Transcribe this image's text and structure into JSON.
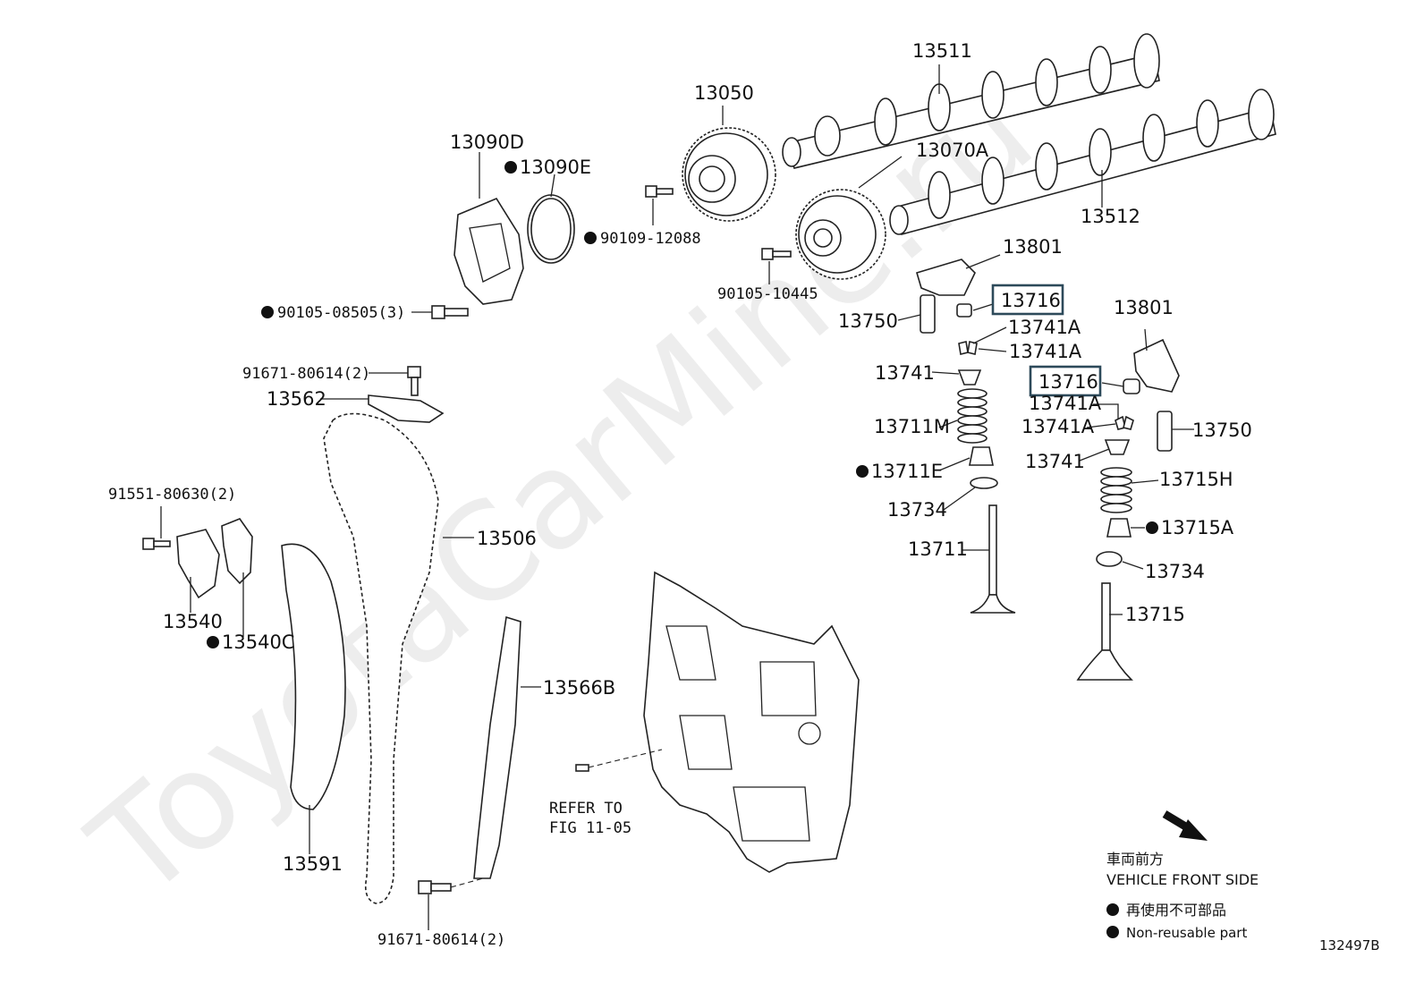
{
  "diagram": {
    "watermark": "ToyotaCarMine.ru",
    "figure_id": "132497B",
    "labels": {
      "13511": "13511",
      "13050": "13050",
      "13070A": "13070A",
      "13512": "13512",
      "13090D": "13090D",
      "13090E": "13090E",
      "90109_12088": "90109-12088",
      "90105_10445": "90105-10445",
      "90105_08505": "90105-08505(3)",
      "13801_a": "13801",
      "13716_a": "13716",
      "13750_a": "13750",
      "13741A_a": "13741A",
      "13741A_b": "13741A",
      "13741_a": "13741",
      "13711M": "13711M",
      "13711E": "13711E",
      "13734_a": "13734",
      "13711": "13711",
      "13801_b": "13801",
      "13716_b": "13716",
      "13741A_c": "13741A",
      "13741A_d": "13741A",
      "13750_b": "13750",
      "13741_b": "13741",
      "13715H": "13715H",
      "13715A": "13715A",
      "13734_b": "13734",
      "13715": "13715",
      "91671_top": "91671-80614(2)",
      "13562": "13562",
      "13506": "13506",
      "91551": "91551-80630(2)",
      "13540": "13540",
      "13540C": "13540C",
      "13566B": "13566B",
      "13591": "13591",
      "refer_1": "REFER TO",
      "refer_2": "FIG 11-05",
      "91671_bottom": "91671-80614(2)"
    },
    "highlighted_parts": [
      "13716",
      "13716"
    ],
    "legend": {
      "front_cn": "車両前方",
      "front_en": "VEHICLE FRONT SIDE",
      "nonreuse_cn": "再使用不可部品",
      "nonreuse_en": "Non-reusable part"
    }
  }
}
